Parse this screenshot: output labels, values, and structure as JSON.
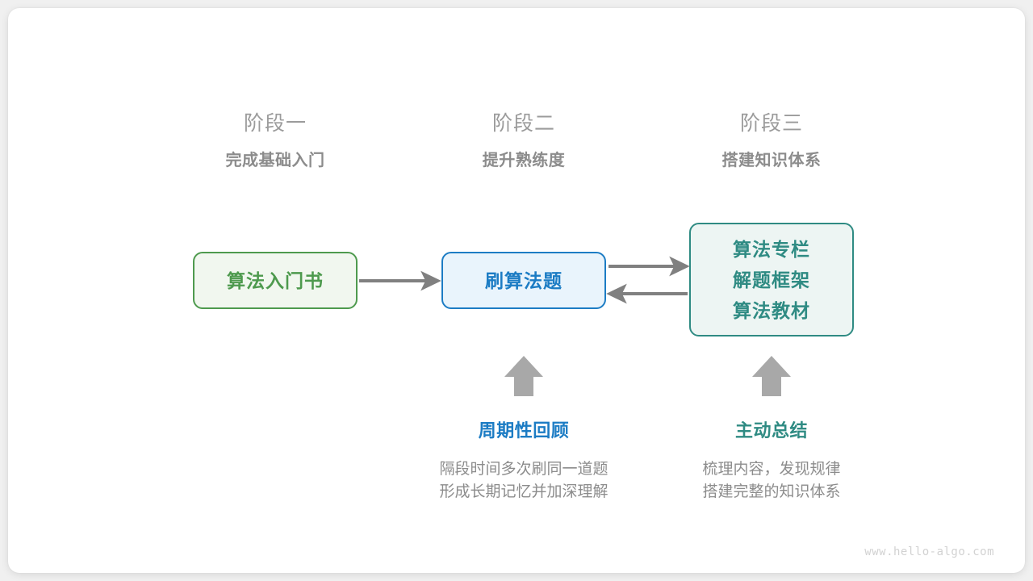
{
  "stages": [
    {
      "name": "阶段一",
      "desc": "完成基础入门"
    },
    {
      "name": "阶段二",
      "desc": "提升熟练度"
    },
    {
      "name": "阶段三",
      "desc": "搭建知识体系"
    }
  ],
  "boxes": {
    "book": {
      "label": "算法入门书",
      "color": "#4e9a4e",
      "fill": "#f1f7ef"
    },
    "practice": {
      "label": "刷算法题",
      "color": "#1c7cc4",
      "fill": "#e9f4fc"
    },
    "resources": {
      "line1": "算法专栏",
      "line2": "解题框架",
      "line3": "算法教材",
      "color": "#2f8b83",
      "fill": "#edf5f3"
    }
  },
  "notes": [
    {
      "title": "周期性回顾",
      "line1": "隔段时间多次刷同一道题",
      "line2": "形成长期记忆并加深理解",
      "color": "#1c7cc4"
    },
    {
      "title": "主动总结",
      "line1": "梳理内容，发现规律",
      "line2": "搭建完整的知识体系",
      "color": "#2f8b83"
    }
  ],
  "arrows": {
    "color": "#808080",
    "up_arrow_color": "#a8a8a8"
  },
  "watermark": "www.hello-algo.com"
}
